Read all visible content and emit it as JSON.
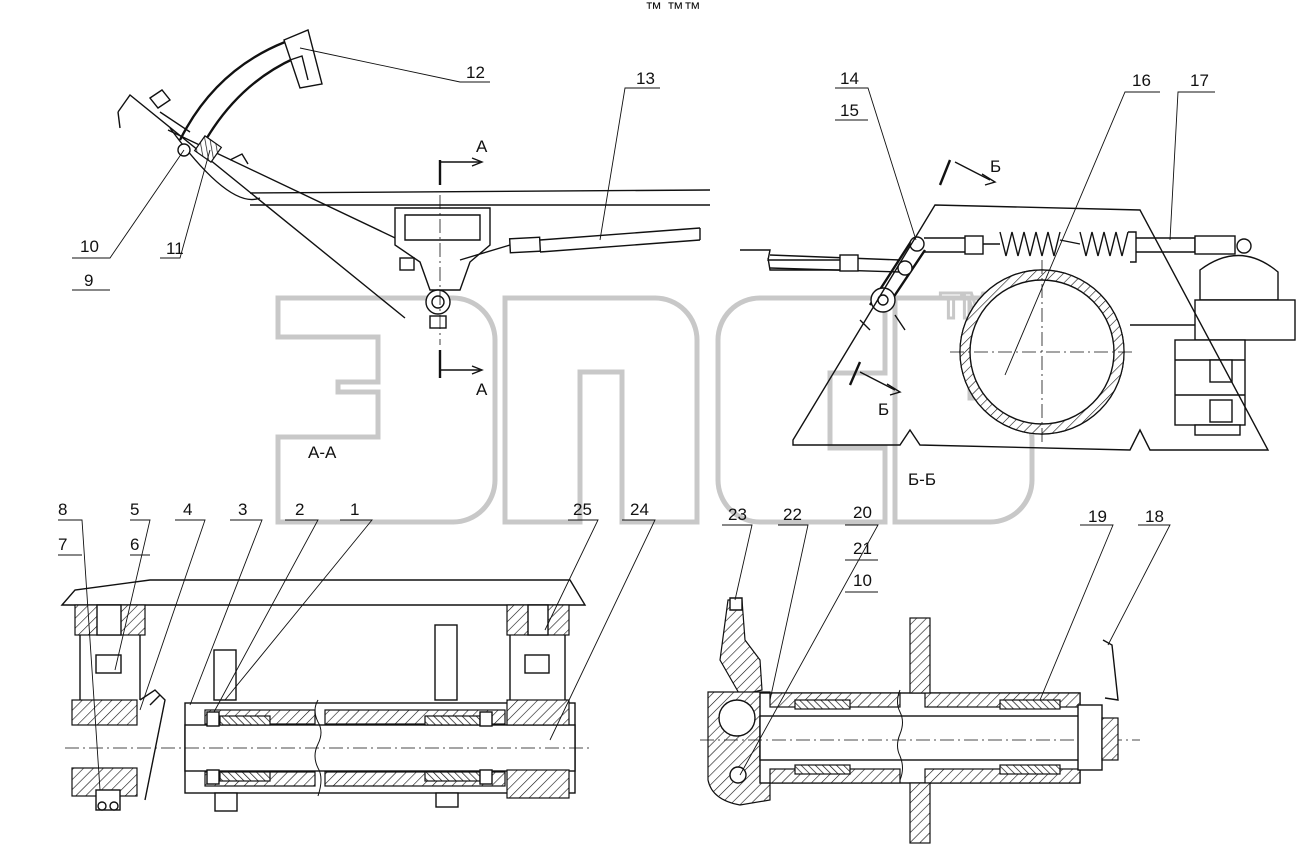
{
  "header_mark": "™ ™™",
  "watermark": {
    "text": "ЭПСБ",
    "tm": "TM"
  },
  "section_labels": {
    "a_top": "А",
    "a_bottom": "А",
    "b_top": "Б",
    "b_bottom": "Б",
    "aa_title": "А-А",
    "bb_title": "Б-Б"
  },
  "callouts": {
    "c1": "1",
    "c2": "2",
    "c3": "3",
    "c4": "4",
    "c5": "5",
    "c6": "6",
    "c7": "7",
    "c8": "8",
    "c9": "9",
    "c10": "10",
    "c11": "11",
    "c12": "12",
    "c13": "13",
    "c14": "14",
    "c15": "15",
    "c16": "16",
    "c17": "17",
    "c18": "18",
    "c19": "19",
    "c20": "20",
    "c21": "21",
    "c10b": "10",
    "c22": "22",
    "c23": "23",
    "c24": "24",
    "c25": "25"
  }
}
